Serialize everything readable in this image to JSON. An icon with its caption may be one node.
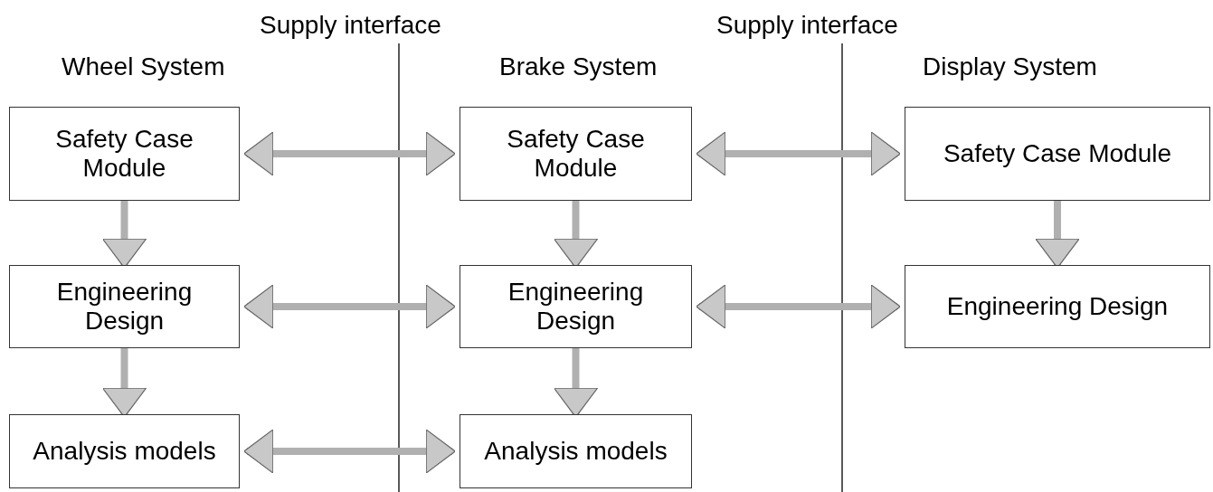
{
  "diagram": {
    "nodes": [
      {
        "text": [
          "Safety Case Module"
        ]
      },
      {
        "text": [
          "Safety Case Module"
        ]
      },
      {
        "text": [
          "Safety Case Module"
        ]
      },
      {
        "text": [
          "Engineering Design"
        ]
      },
      {
        "text": [
          "Engineering Design"
        ]
      },
      {
        "text": [
          "Engineering Design"
        ]
      },
      {
        "text": [
          "Analysis models"
        ]
      },
      {
        "text": [
          "Analysis models"
        ]
      }
    ],
    "edges": [
      {
        "from": 0,
        "to": 1,
        "arrow": "both"
      },
      {
        "from": 1,
        "to": 2,
        "arrow": "both"
      },
      {
        "from": 0,
        "to": 3,
        "arrow": "to"
      },
      {
        "from": 1,
        "to": 4,
        "arrow": "to"
      },
      {
        "from": 2,
        "to": 5,
        "arrow": "to"
      },
      {
        "from": 3,
        "to": 4,
        "arrow": "both"
      },
      {
        "from": 4,
        "to": 5,
        "arrow": "both"
      },
      {
        "from": 3,
        "to": 6,
        "arrow": "to"
      },
      {
        "from": 4,
        "to": 7,
        "arrow": "to"
      },
      {
        "from": 6,
        "to": 7,
        "arrow": "both"
      }
    ],
    "labels": [
      "Supply interface",
      "Supply interface",
      "Wheel System",
      "Brake System",
      "Display System"
    ]
  }
}
